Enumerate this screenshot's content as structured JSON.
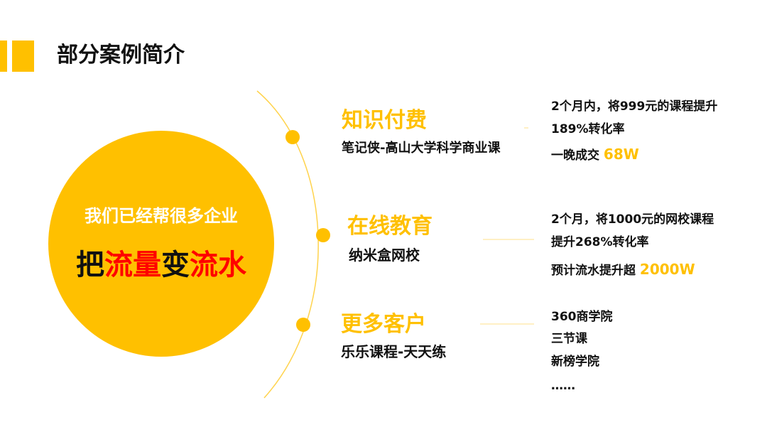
{
  "header": {
    "title": "部分案例简介"
  },
  "colors": {
    "accent": "#FFC000",
    "highlight_red": "#FF0000",
    "text": "#111111",
    "white": "#FFFFFF"
  },
  "circle": {
    "line1": "我们已经帮很多企业",
    "line2_parts": [
      {
        "text": "把",
        "color": "#111111"
      },
      {
        "text": "流量",
        "color": "#FF0000"
      },
      {
        "text": "变",
        "color": "#111111"
      },
      {
        "text": "流水",
        "color": "#FF0000"
      }
    ]
  },
  "cases": [
    {
      "title": "知识付费",
      "subtitle": "笔记侠-高山大学科学商业课",
      "details": [
        {
          "text": "2个月内，将999元的课程提升"
        },
        {
          "text": "189%转化率"
        },
        {
          "text": "一晚成交",
          "highlight": "68W"
        }
      ]
    },
    {
      "title": "在线教育",
      "subtitle": "纳米盒网校",
      "details": [
        {
          "text": "2个月，将1000元的网校课程"
        },
        {
          "text": "提升268%转化率"
        },
        {
          "text": "预计流水提升超",
          "highlight": "2000W"
        }
      ]
    },
    {
      "title": "更多客户",
      "subtitle": "乐乐课程-天天练",
      "details": [
        {
          "text": "360商学院"
        },
        {
          "text": "三节课"
        },
        {
          "text": "新榜学院"
        },
        {
          "text": "……"
        }
      ]
    }
  ]
}
